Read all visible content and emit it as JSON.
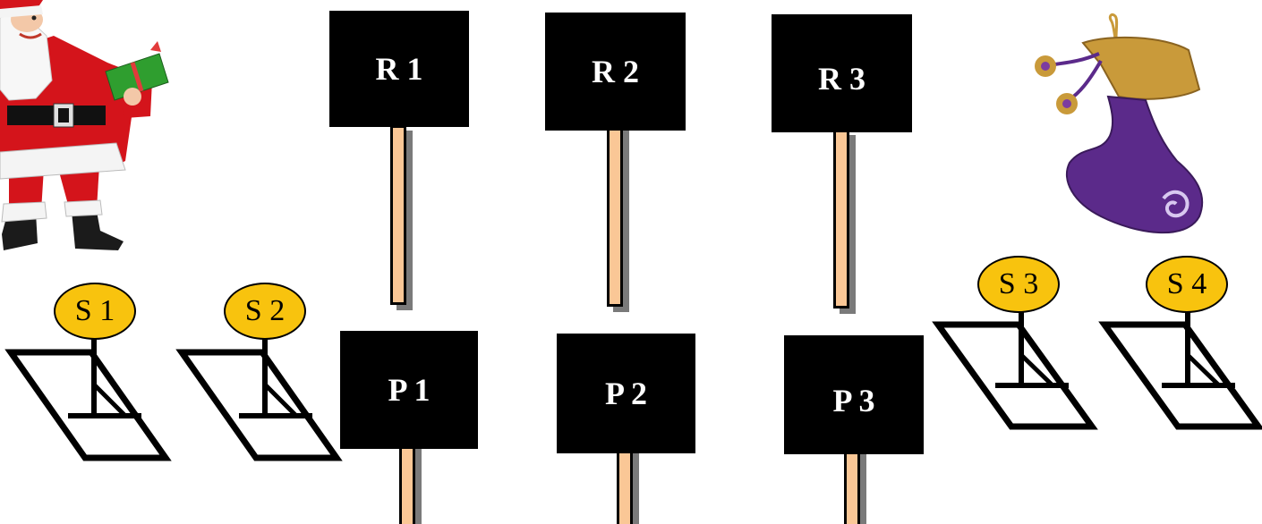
{
  "signs_top": [
    {
      "id": "r1",
      "label": "R 1"
    },
    {
      "id": "r2",
      "label": "R 2"
    },
    {
      "id": "r3",
      "label": "R 3"
    }
  ],
  "signs_bottom": [
    {
      "id": "p1",
      "label": "P 1"
    },
    {
      "id": "p2",
      "label": "P 2"
    },
    {
      "id": "p3",
      "label": "P 3"
    }
  ],
  "stands": [
    {
      "id": "s1",
      "label": "S 1"
    },
    {
      "id": "s2",
      "label": "S 2"
    },
    {
      "id": "s3",
      "label": "S 3"
    },
    {
      "id": "s4",
      "label": "S 4"
    }
  ],
  "colors": {
    "sign_background": "#000000",
    "sign_text": "#ffffff",
    "stick": "#fac796",
    "bulb": "#f8c30e",
    "stocking": "#5b2a8a",
    "stocking_cuff": "#c99a3a",
    "santa_suit": "#d4141b"
  },
  "images": {
    "left": "santa-clipart",
    "right": "christmas-stocking-clipart"
  }
}
